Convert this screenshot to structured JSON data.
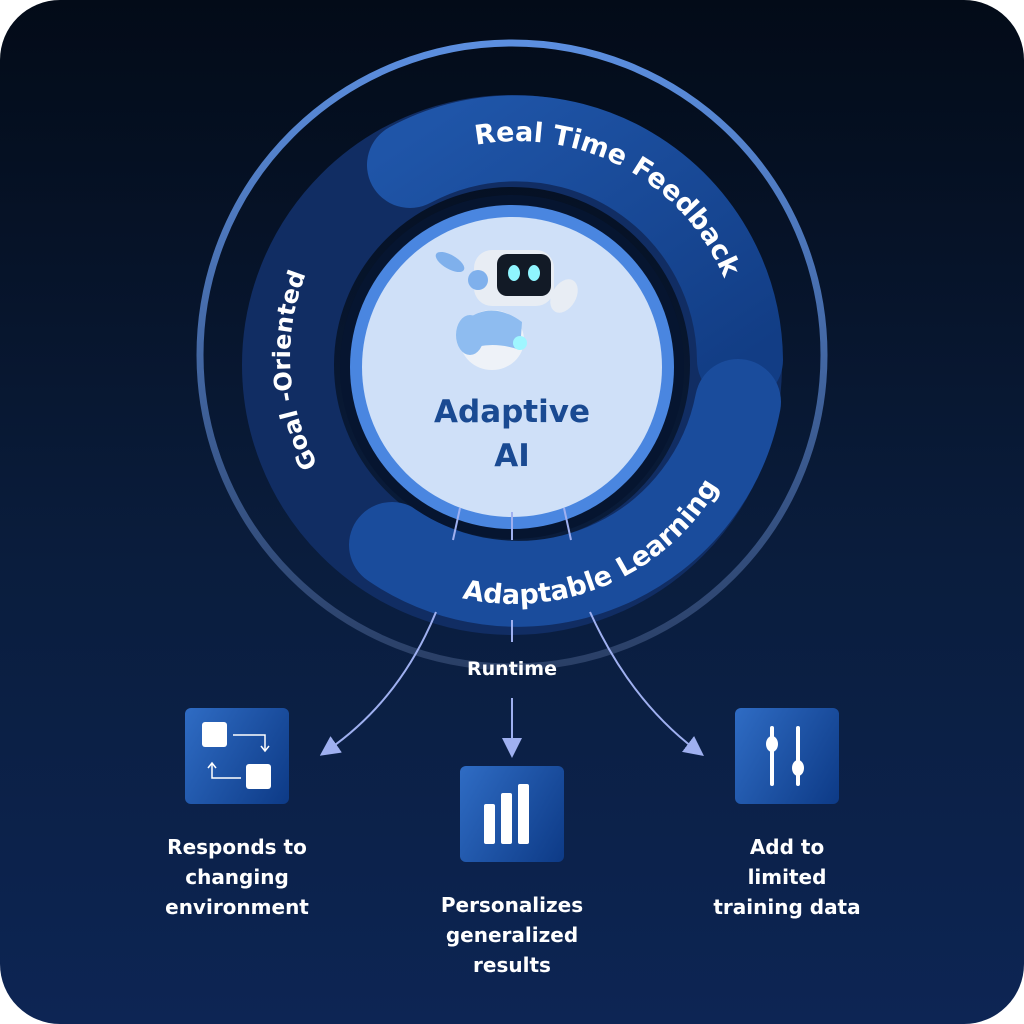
{
  "center": {
    "title_line1": "Adaptive",
    "title_line2": "AI",
    "icon": "robot-icon"
  },
  "ring": {
    "segments": [
      {
        "label": "Real Time Feedback"
      },
      {
        "label": "Goal -Oriented"
      },
      {
        "label": "Adaptable Learning"
      }
    ]
  },
  "connector_label": "Runtime",
  "outcomes": [
    {
      "icon": "swap-flow-icon",
      "line1": "Responds to",
      "line2": "changing",
      "line3": "environment"
    },
    {
      "icon": "bar-chart-icon",
      "line1": "Personalizes",
      "line2": "generalized",
      "line3": "results"
    },
    {
      "icon": "sliders-icon",
      "line1": "Add to",
      "line2": "limited",
      "line3": "training data"
    }
  ],
  "colors": {
    "background": "#0a1d3d",
    "band": "#173a7a",
    "accent": "#2f6cc4",
    "center_fill": "#cfe0f8",
    "arrow": "#9fb0f0"
  }
}
